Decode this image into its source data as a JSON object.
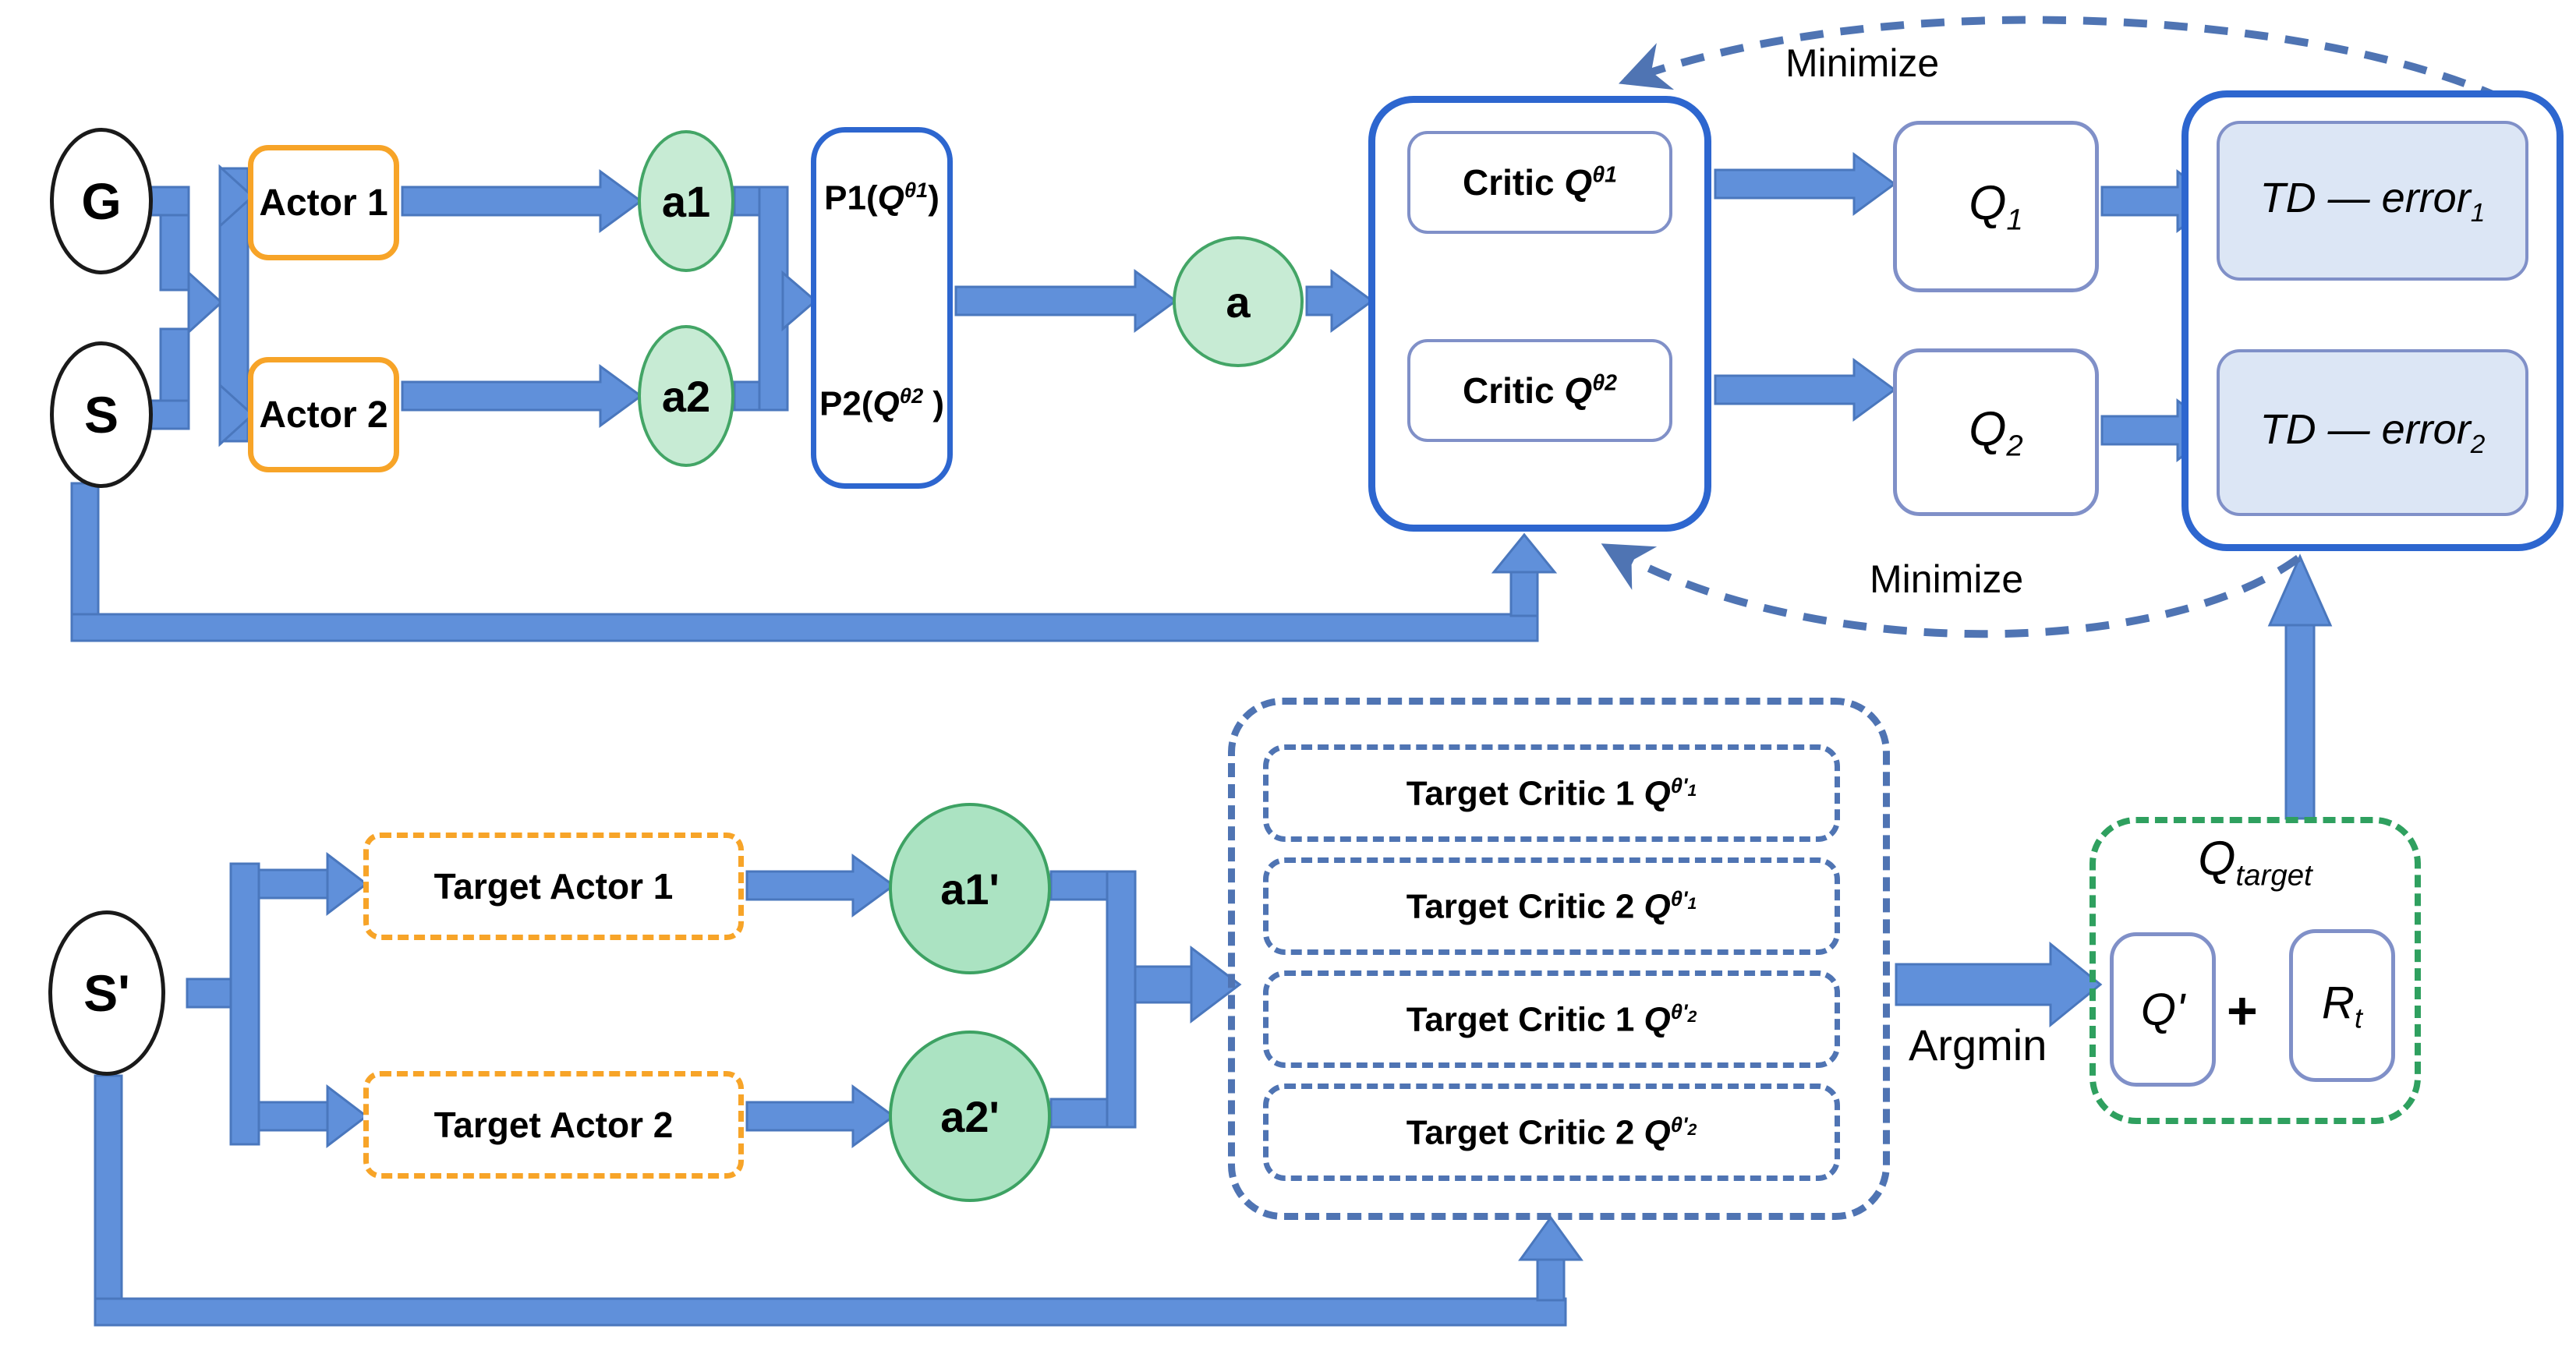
{
  "nodes": {
    "g": {
      "label": "G"
    },
    "s": {
      "label": "S"
    },
    "s_prime": {
      "label": "S'"
    },
    "actor1": {
      "label": "Actor 1"
    },
    "actor2": {
      "label": "Actor 2"
    },
    "a1": {
      "label": "a1"
    },
    "a2": {
      "label": "a2"
    },
    "a": {
      "label": "a"
    },
    "p1": {
      "pre": "P1(",
      "q": "Q",
      "sup": "θ1",
      "post": ")"
    },
    "p2": {
      "pre": "P2(",
      "q": "Q",
      "sup": "θ2",
      "post": " )"
    },
    "critic1": {
      "pre": "Critic ",
      "q": "Q",
      "sup": "θ1"
    },
    "critic2": {
      "pre": "Critic ",
      "q": "Q",
      "sup": "θ2"
    },
    "q1": {
      "main": "Q",
      "sub": "1"
    },
    "q2": {
      "main": "Q",
      "sub": "2"
    },
    "td1": {
      "main": "TD",
      "sep": " — ",
      "err": "error",
      "sub": "1"
    },
    "td2": {
      "main": "TD",
      "sep": " — ",
      "err": "error",
      "sub": "2"
    },
    "target_actor1": {
      "label": "Target Actor 1"
    },
    "target_actor2": {
      "label": "Target Actor 2"
    },
    "a1_prime": {
      "label": "a1'"
    },
    "a2_prime": {
      "label": "a2'"
    },
    "tc1": {
      "pre": "Target Critic 1 ",
      "q": "Q",
      "sup": "θ'",
      "supnum": "1"
    },
    "tc2": {
      "pre": "Target Critic 2 ",
      "q": "Q",
      "sup": "θ'",
      "supnum": "1"
    },
    "tc3": {
      "pre": "Target Critic 1 ",
      "q": "Q",
      "sup": "θ'",
      "supnum": "2"
    },
    "tc4": {
      "pre": "Target Critic 2 ",
      "q": "Q",
      "sup": "θ'",
      "supnum": "2"
    },
    "q_target": {
      "main": "Q",
      "sub": "target"
    },
    "q_prime": {
      "label": "Q'"
    },
    "r_t": {
      "main": "R",
      "sub": "t"
    },
    "plus": {
      "label": "+"
    }
  },
  "labels": {
    "minimize_top": "Minimize",
    "minimize_bottom": "Minimize",
    "argmin": "Argmin"
  },
  "colors": {
    "arrow_fill": "#6090da",
    "arrow_stroke": "#4a77bd",
    "container_blue": "#2d66cf",
    "inner_border": "#8090c8",
    "td_fill": "#dce6f5",
    "green_circle": "#c7ebd4",
    "green_circle_dark": "#abe3c2",
    "orange": "#f7a428",
    "dashed_blue": "#4f74b3",
    "dashed_green": "#2fa05f"
  }
}
